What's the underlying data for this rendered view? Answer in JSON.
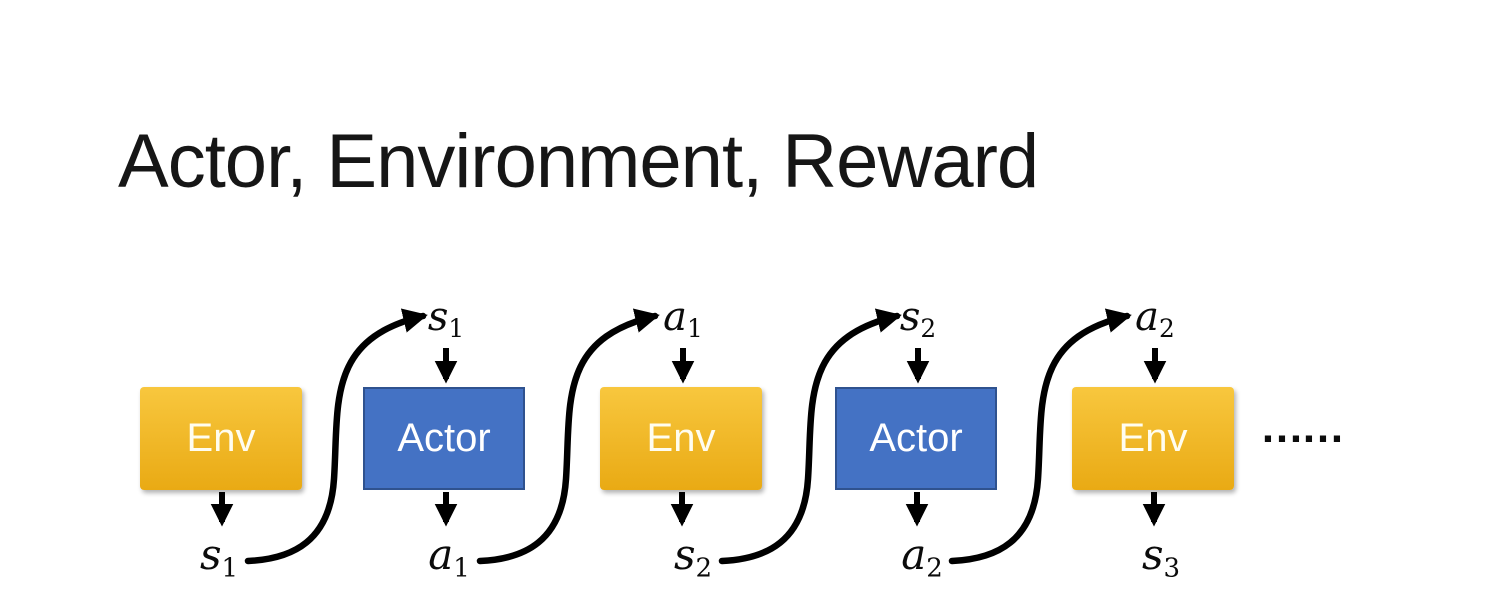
{
  "title": "Actor, Environment, Reward",
  "ellipsis": "……",
  "diagram": {
    "sequence_note": "Env -> s1 -> Actor -> a1 -> Env -> s2 -> Actor -> a2 -> Env -> s3 ...",
    "nodes": [
      {
        "label": "Env",
        "type": "env"
      },
      {
        "label": "Actor",
        "type": "actor"
      },
      {
        "label": "Env",
        "type": "env"
      },
      {
        "label": "Actor",
        "type": "actor"
      },
      {
        "label": "Env",
        "type": "env"
      }
    ],
    "top_labels": [
      {
        "base": "s",
        "sub": "1"
      },
      {
        "base": "a",
        "sub": "1"
      },
      {
        "base": "s",
        "sub": "2"
      },
      {
        "base": "a",
        "sub": "2"
      }
    ],
    "bottom_labels": [
      {
        "base": "s",
        "sub": "1"
      },
      {
        "base": "a",
        "sub": "1"
      },
      {
        "base": "s",
        "sub": "2"
      },
      {
        "base": "a",
        "sub": "2"
      },
      {
        "base": "s",
        "sub": "3"
      }
    ],
    "colors": {
      "env_top": "#F8C73E",
      "env_bottom": "#E9AA14",
      "actor_fill": "#4472C4",
      "actor_border": "#2F528F",
      "arrow": "#000000",
      "title_text": "#161616"
    }
  }
}
